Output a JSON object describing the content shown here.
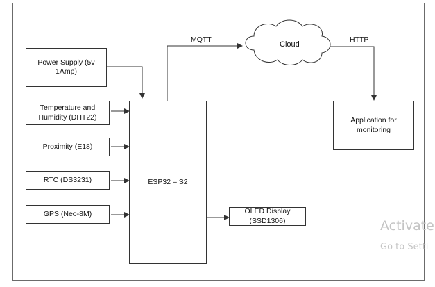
{
  "diagram": {
    "power_supply": "Power Supply (5v 1Amp)",
    "temp_humidity": "Temperature and Humidity (DHT22)",
    "proximity": "Proximity (E18)",
    "rtc": "RTC (DS3231)",
    "gps": "GPS (Neo-8M)",
    "mcu": "ESP32 – S2",
    "oled": "OLED Display (SSD1306)",
    "cloud": "Cloud",
    "app": "Application for monitoring",
    "mqtt": "MQTT",
    "http": "HTTP"
  },
  "watermark": {
    "line1": "Activate",
    "line2": "Go to Setti"
  },
  "colors": {
    "line": "#333333",
    "border": "#6b6b6b",
    "watermark": "#c4c4c4"
  }
}
